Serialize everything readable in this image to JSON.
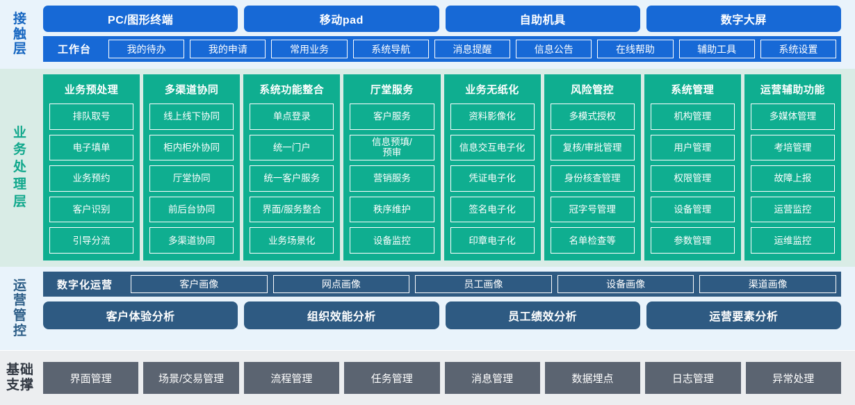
{
  "layers": {
    "contact": {
      "label": "接触层",
      "channels": [
        "PC/图形终端",
        "移动pad",
        "自助机具",
        "数字大屏"
      ],
      "workbench_title": "工作台",
      "workbench_items": [
        "我的待办",
        "我的申请",
        "常用业务",
        "系统导航",
        "消息提醒",
        "信息公告",
        "在线帮助",
        "辅助工具",
        "系统设置"
      ],
      "colors": {
        "background": "#e9f3fb",
        "box": "#1769d6",
        "label": "#1565c0"
      }
    },
    "business": {
      "label": "业务处理层",
      "colors": {
        "background": "#d9ece6",
        "column": "#0fae90",
        "label": "#11a88c"
      },
      "columns": [
        {
          "title": "业务预处理",
          "items": [
            "排队取号",
            "电子填单",
            "业务预约",
            "客户识别",
            "引导分流"
          ]
        },
        {
          "title": "多渠道协同",
          "items": [
            "线上线下协同",
            "柜内柜外协同",
            "厅堂协同",
            "前后台协同",
            "多渠道协同"
          ]
        },
        {
          "title": "系统功能整合",
          "items": [
            "单点登录",
            "统一门户",
            "统一客户服务",
            "界面/服务整合",
            "业务场景化"
          ]
        },
        {
          "title": "厅堂服务",
          "items": [
            "客户服务",
            "信息预填/\n预审",
            "营销服务",
            "秩序维护",
            "设备监控"
          ]
        },
        {
          "title": "业务无纸化",
          "items": [
            "资料影像化",
            "信息交互电子化",
            "凭证电子化",
            "签名电子化",
            "印章电子化"
          ]
        },
        {
          "title": "风险管控",
          "items": [
            "多模式授权",
            "复核/审批管理",
            "身份核查管理",
            "冠字号管理",
            "名单检查等"
          ]
        },
        {
          "title": "系统管理",
          "items": [
            "机构管理",
            "用户管理",
            "权限管理",
            "设备管理",
            "参数管理"
          ]
        },
        {
          "title": "运营辅助功能",
          "items": [
            "多媒体管理",
            "考培管理",
            "故障上报",
            "运营监控",
            "运维监控"
          ]
        }
      ]
    },
    "operations": {
      "label": "运营管控",
      "digital_title": "数字化运营",
      "portraits": [
        "客户画像",
        "网点画像",
        "员工画像",
        "设备画像",
        "渠道画像"
      ],
      "analyses": [
        "客户体验分析",
        "组织效能分析",
        "员工绩效分析",
        "运营要素分析"
      ],
      "colors": {
        "background": "#e9f3fb",
        "box": "#2e5a82",
        "label": "#2c5d87"
      }
    },
    "base": {
      "label": "基础支撑",
      "items": [
        "界面管理",
        "场景/交易管理",
        "流程管理",
        "任务管理",
        "消息管理",
        "数据埋点",
        "日志管理",
        "异常处理"
      ],
      "colors": {
        "background": "#eceef0",
        "box": "#5b6471",
        "label": "#2f3640"
      }
    }
  }
}
